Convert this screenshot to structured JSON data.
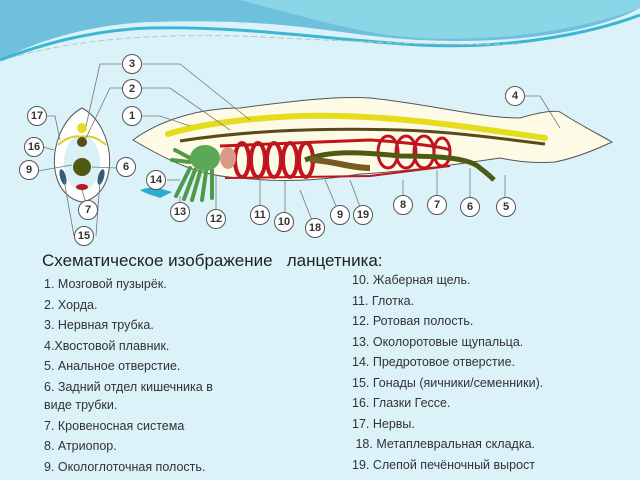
{
  "title": "Схематическое изображение   ланцетника:",
  "legend_left": [
    "1. Мозговой пузырёк.",
    "2. Хорда.",
    "3. Нервная трубка.",
    "4.Хвостовой плавник.",
    "5. Анальное отверстие.",
    "6. Задний отдел кишечника в\nвиде трубки.",
    "7. Кровеносная система",
    "8. Атриопор.",
    "9. Окологлоточная полость."
  ],
  "legend_right": [
    "10. Жаберная щель.",
    "11. Глотка.",
    "12. Ротовая полость.",
    "13. Околоротовые щупальца.",
    "14. Предротовое отверстие.",
    "15. Гонады (яичники/семенники).",
    "16. Глазки Гессе.",
    "17. Нервы.",
    " 18. Метаплевральная складка.",
    "19. Слепой печёночный вырост"
  ],
  "markers": {
    "m1": "1",
    "m2": "2",
    "m3": "3",
    "m4": "4",
    "m5": "5",
    "m6": "6",
    "m6b": "6",
    "m7": "7",
    "m7b": "7",
    "m8": "8",
    "m9": "9",
    "m9b": "9",
    "m10": "10",
    "m11": "11",
    "m12": "12",
    "m13": "13",
    "m14": "14",
    "m15": "15",
    "m16": "16",
    "m17": "17",
    "m18": "18",
    "m19": "19"
  },
  "colors": {
    "background": "#daf2f8",
    "wave": "#5bc3dc",
    "body": "#fdfbe6",
    "nerve_cord": "#e6dc1e",
    "notochord": "#5a4a1a",
    "blood": "#c0141e",
    "gut": "#4e5a12",
    "tentacles": "#4e9a48"
  }
}
